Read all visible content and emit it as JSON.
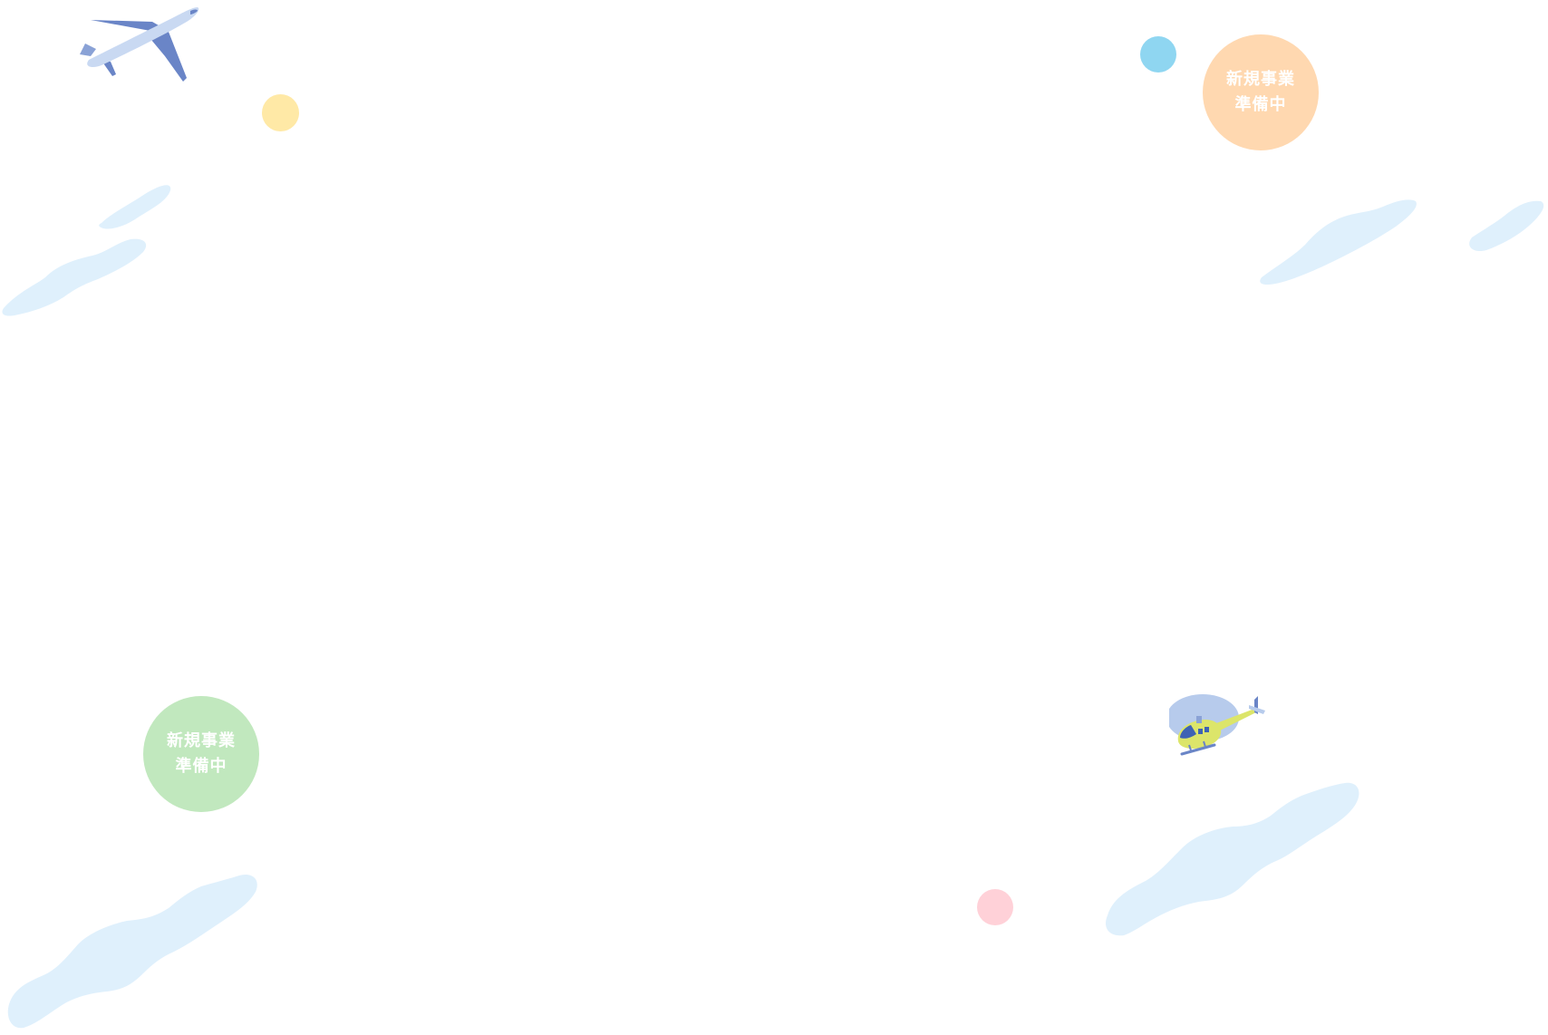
{
  "colors": {
    "cloud": "#dff0fc",
    "dot_yellow": "#ffe9a6",
    "dot_blue": "#8fd6f1",
    "dot_pink": "#ffd1d8",
    "badge_orange": "#ffd8b0",
    "badge_green": "#c1e8be",
    "plane_body": "#c9d9f2",
    "plane_wing": "#6a85c7",
    "heli_body": "#dce56a",
    "heli_rotor": "#b7cbec",
    "heli_window": "#3f63b4"
  },
  "badges": {
    "top_right": {
      "line1": "新規事業",
      "line2": "準備中"
    },
    "bottom_left": {
      "line1": "新規事業",
      "line2": "準備中"
    }
  },
  "icons": {
    "airplane": "airplane-icon",
    "helicopter": "helicopter-icon"
  }
}
